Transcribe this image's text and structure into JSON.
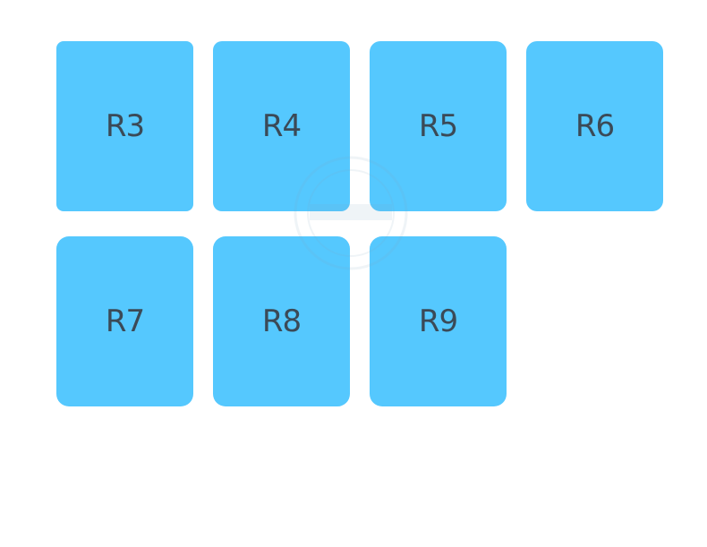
{
  "colors": {
    "tile_fill": "#55c8fe",
    "tile_text": "#3b4a57",
    "background": "#ffffff"
  },
  "tiles": [
    {
      "label": "R3"
    },
    {
      "label": "R4"
    },
    {
      "label": "R5"
    },
    {
      "label": "R6"
    },
    {
      "label": "R7"
    },
    {
      "label": "R8"
    },
    {
      "label": "R9"
    }
  ]
}
